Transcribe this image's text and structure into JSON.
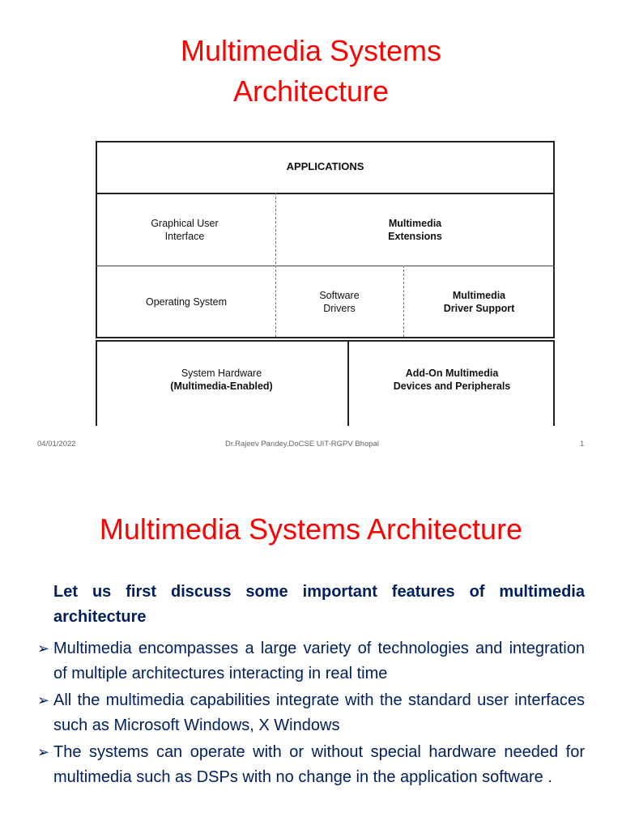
{
  "slide1": {
    "title_line1": "Multimedia Systems",
    "title_line2": "Architecture",
    "diagram": {
      "applications": "APPLICATIONS",
      "gui_line1": "Graphical User",
      "gui_line2": "Interface",
      "mm_ext_line1": "Multimedia",
      "mm_ext_line2": "Extensions",
      "os": "Operating System",
      "sw_drivers_line1": "Software",
      "sw_drivers_line2": "Drivers",
      "mm_driver_line1": "Multimedia",
      "mm_driver_line2": "Driver Support",
      "sys_hw_line1": "System Hardware",
      "sys_hw_line2": "(Multimedia-Enabled)",
      "addon_line1": "Add-On Multimedia",
      "addon_line2": "Devices and Peripherals"
    },
    "footer": {
      "date": "04/01/2022",
      "author": "Dr.Rajeev Pandey,DoCSE UIT-RGPV Bhopal",
      "page": "1"
    }
  },
  "slide2": {
    "title": "Multimedia Systems Architecture",
    "intro": "Let us  first discuss some important features of multimedia architecture",
    "bullets": [
      "Multimedia encompasses a large variety of  technologies and integration of multiple architectures interacting in real time",
      "All the multimedia capabilities integrate with the    standard user interfaces such as Microsoft Windows, X  Windows",
      "The systems can operate with or without special hardware needed for multimedia such as DSPs with no   change in the application software ."
    ]
  },
  "colors": {
    "title_red": "#ff0000",
    "body_navy": "#002060",
    "footer_gray": "#666666"
  }
}
